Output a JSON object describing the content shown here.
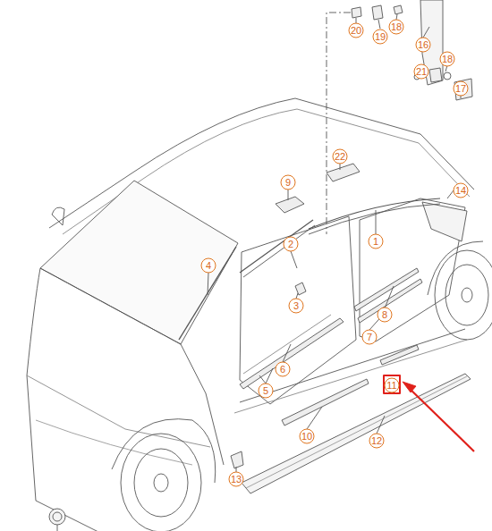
{
  "diagram": {
    "labels": [
      "20",
      "19",
      "18",
      "16",
      "18",
      "17",
      "21",
      "22",
      "9",
      "14",
      "2",
      "1",
      "4",
      "3",
      "8",
      "7",
      "6",
      "5",
      "11",
      "10",
      "12",
      "13"
    ]
  }
}
